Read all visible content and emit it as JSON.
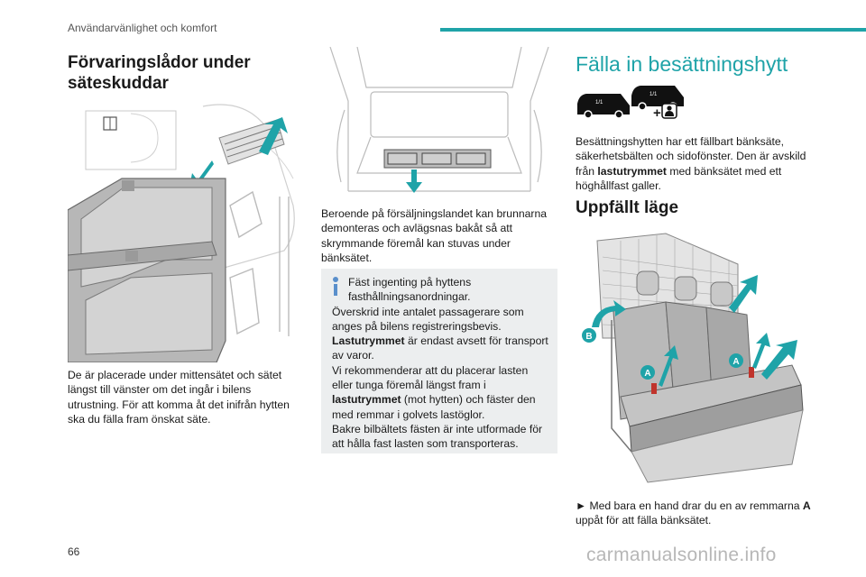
{
  "header": {
    "running_title": "Användarvänlighet och komfort",
    "accent_color": "#1fa3a8"
  },
  "left_column": {
    "heading": "Förvaringslådor under säteskuddar",
    "figure_icon": "under-seat-storage-illustration",
    "paragraph": "De är placerade under mittensätet och sätet längst till vänster om det ingår i bilens utrustning. För att komma åt det inifrån hytten ska du fälla fram önskat säte."
  },
  "middle_column": {
    "figure_icon": "load-compartment-removable-bins-illustration",
    "paragraph": "Beroende på försäljningslandet kan brunnarna demonteras och avlägsnas bakåt så att skrymmande föremål kan stuvas under bänksätet.",
    "info": {
      "icon": "info-icon",
      "line1": "Fäst ingenting på hyttens fasthållningsanordningar.",
      "line2": "Överskrid inte antalet passagerare som anges på bilens registreringsbevis.",
      "line3_bold": "Lastutrymmet",
      "line3_rest": " är endast avsett för transport av varor.",
      "line4_pre": "Vi rekommenderar att du placerar lasten eller tunga föremål längst fram i ",
      "line4_bold": "lastutrymmet",
      "line4_post": " (mot hytten) och fäster den med remmar i golvets lastöglor.",
      "line5": "Bakre bilbältets fästen är inte utformade för att hålla fast lasten som transporteras."
    }
  },
  "right_column": {
    "heading": "Fälla in besättningshytt",
    "van_icons": [
      "van-side-icon",
      "van-side-icon",
      "passenger-seat-icon"
    ],
    "plus": "+",
    "paragraph_pre": "Besättningshytten har ett fällbart bänksäte, säkerhetsbälten och sidofönster. Den är avskild från ",
    "paragraph_bold": "lastutrymmet",
    "paragraph_post": " med bänksätet med ett höghållfast galler.",
    "subheading": "Uppfällt läge",
    "figure_icon": "folding-bench-seat-illustration",
    "callouts": {
      "a": "A",
      "b": "B"
    },
    "instruction_marker": "►",
    "instruction_pre": " Med bara en hand drar du en av remmarna ",
    "instruction_bold": "A",
    "instruction_post": " uppåt för att fälla bänksätet."
  },
  "footer": {
    "page_number": "66",
    "watermark": "carmanualsonline.info"
  }
}
